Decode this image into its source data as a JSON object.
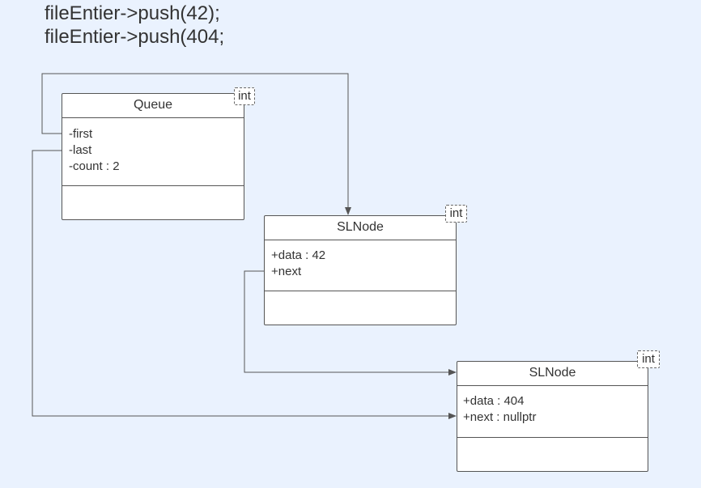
{
  "code": {
    "lines": [
      "fileEntier->push(42);",
      "fileEntier->push(404;"
    ]
  },
  "classes": {
    "queue": {
      "name": "Queue",
      "template_param": "int",
      "attributes": [
        "-first",
        "-last",
        "-count : 2"
      ]
    },
    "node1": {
      "name": "SLNode",
      "template_param": "int",
      "attributes": [
        "+data : 42",
        "+next"
      ]
    },
    "node2": {
      "name": "SLNode",
      "template_param": "int",
      "attributes": [
        "+data : 404",
        "+next : nullptr"
      ]
    }
  },
  "relations": [
    {
      "from": "queue.first",
      "to": "node1"
    },
    {
      "from": "queue.last",
      "to": "node2"
    },
    {
      "from": "node1.next",
      "to": "node2"
    }
  ],
  "colors": {
    "background": "#eaf2fe",
    "line": "#555555",
    "text": "#333333"
  }
}
